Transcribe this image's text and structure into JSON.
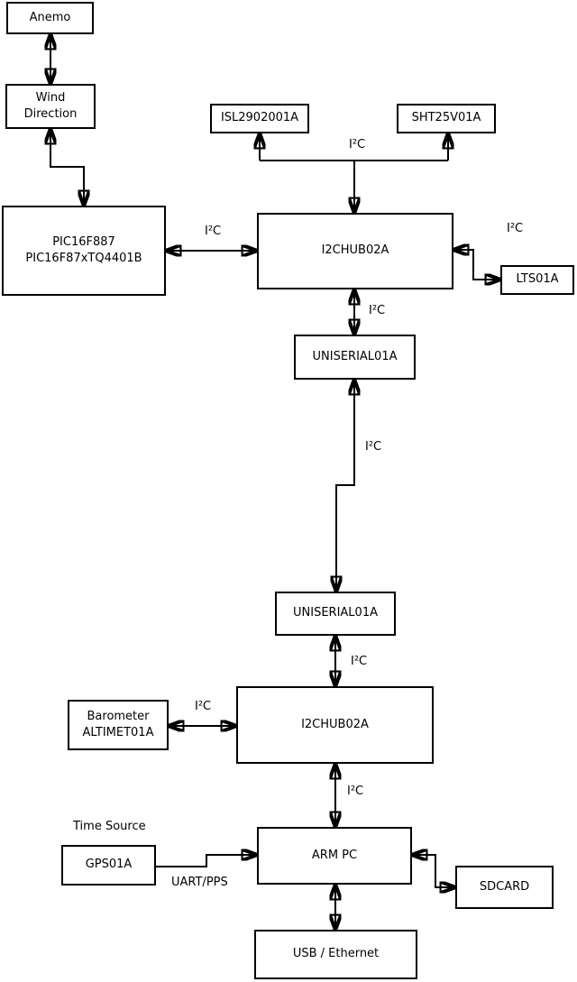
{
  "diagram": {
    "nodes": {
      "anemo": {
        "label": "Anemo"
      },
      "wind_direction": {
        "label": "Wind\nDirection"
      },
      "pic": {
        "label": "PIC16F887\nPIC16F87xTQ4401B"
      },
      "isl": {
        "label": "ISL2902001A"
      },
      "sht": {
        "label": "SHT25V01A"
      },
      "i2chub_top": {
        "label": "I2CHUB02A"
      },
      "lts": {
        "label": "LTS01A"
      },
      "uniserial_top": {
        "label": "UNISERIAL01A"
      },
      "uniserial_bottom": {
        "label": "UNISERIAL01A"
      },
      "i2chub_bottom": {
        "label": "I2CHUB02A"
      },
      "barometer": {
        "label": "Barometer\nALTIMET01A"
      },
      "gps": {
        "label": "GPS01A"
      },
      "arm_pc": {
        "label": "ARM PC"
      },
      "sdcard": {
        "label": "SDCARD"
      },
      "usb_ethernet": {
        "label": "USB / Ethernet"
      }
    },
    "edge_labels": {
      "i2c": "I²C",
      "uart_pps": "UART/PPS",
      "time_source": "Time Source"
    },
    "edges": [
      {
        "from": "Anemo",
        "to": "Wind Direction",
        "direction": "bidirectional",
        "label": ""
      },
      {
        "from": "Wind Direction",
        "to": "PIC16F887 PIC16F87xTQ4401B",
        "direction": "bidirectional",
        "label": ""
      },
      {
        "from": "PIC16F887 PIC16F87xTQ4401B",
        "to": "I2CHUB02A (top)",
        "direction": "bidirectional",
        "label": "I²C"
      },
      {
        "from": "I2CHUB02A (top)",
        "to": "ISL2902001A",
        "direction": "bidirectional",
        "label": "I²C"
      },
      {
        "from": "I2CHUB02A (top)",
        "to": "SHT25V01A",
        "direction": "bidirectional",
        "label": "I²C"
      },
      {
        "from": "I2CHUB02A (top)",
        "to": "LTS01A",
        "direction": "bidirectional",
        "label": "I²C"
      },
      {
        "from": "I2CHUB02A (top)",
        "to": "UNISERIAL01A (upper)",
        "direction": "bidirectional",
        "label": "I²C"
      },
      {
        "from": "UNISERIAL01A (upper)",
        "to": "UNISERIAL01A (lower)",
        "direction": "bidirectional",
        "label": "I²C"
      },
      {
        "from": "UNISERIAL01A (lower)",
        "to": "I2CHUB02A (bottom)",
        "direction": "bidirectional",
        "label": "I²C"
      },
      {
        "from": "Barometer ALTIMET01A",
        "to": "I2CHUB02A (bottom)",
        "direction": "bidirectional",
        "label": "I²C"
      },
      {
        "from": "I2CHUB02A (bottom)",
        "to": "ARM PC",
        "direction": "bidirectional",
        "label": "I²C"
      },
      {
        "from": "GPS01A",
        "to": "ARM PC",
        "direction": "one-way",
        "label": "UART/PPS"
      },
      {
        "from": "ARM PC",
        "to": "SDCARD",
        "direction": "bidirectional",
        "label": ""
      },
      {
        "from": "ARM PC",
        "to": "USB / Ethernet",
        "direction": "bidirectional",
        "label": ""
      }
    ],
    "colors": {
      "line": "#000000",
      "background": "#ffffff",
      "box_fill": "#ffffff"
    }
  }
}
